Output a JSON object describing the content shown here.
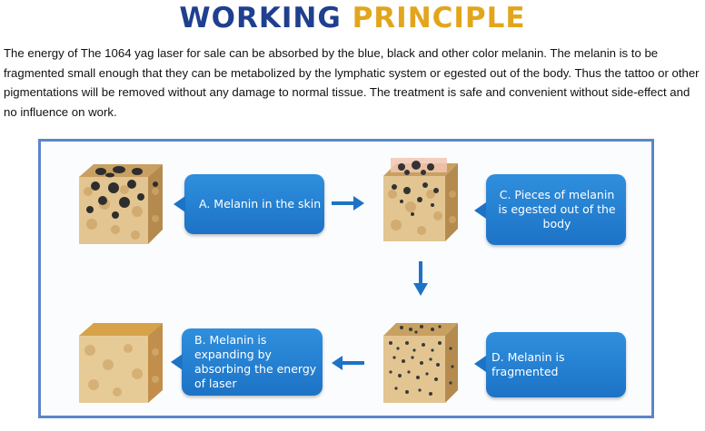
{
  "title": {
    "part1": "WORKING",
    "part2": "PRINCIPLE"
  },
  "description": "The energy of The 1064 yag laser for sale can be absorbed by the blue, black and other color melanin. The melanin is to be fragmented small enough that they can be metabolized by the lymphatic system or egested out of the body. Thus the tattoo or other pigmentations will be removed without any damage to normal tissue. The treatment is safe and convenient without side-effect and no influence on work.",
  "steps": {
    "a": "A. Melanin in the skin",
    "b": "B. Melanin is expanding by absorbing the energy of laser",
    "c": "C. Pieces of melanin is egested out of the body",
    "d": "D. Melanin is fragmented"
  },
  "colors": {
    "title_blue": "#1f3f8f",
    "title_gold": "#e2a51c",
    "box_blue": "#1d73c6",
    "frame": "#5b86c9"
  }
}
